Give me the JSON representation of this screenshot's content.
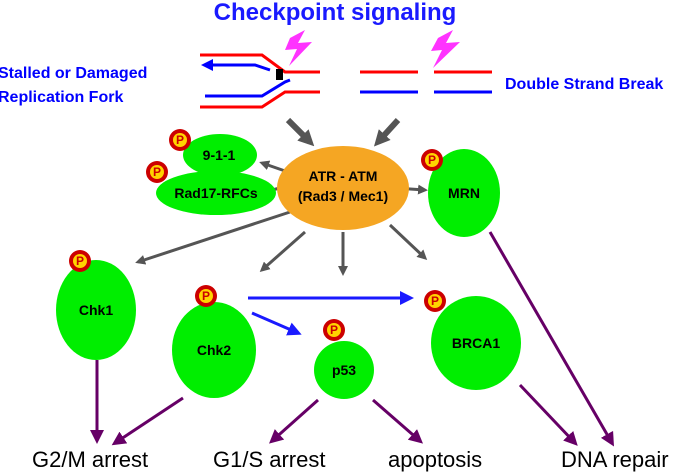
{
  "title": "Checkpoint signaling",
  "damage": {
    "fork_label_line1": "Stalled or Damaged",
    "fork_label_line2": "Replication Fork",
    "dsb_label": "Double Strand Break"
  },
  "phospho_label": "P",
  "nodes": {
    "n911": "9-1-1",
    "rad17": "Rad17-RFCs",
    "atr_line1": "ATR - ATM",
    "atr_line2": "(Rad3 / Mec1)",
    "mrn": "MRN",
    "chk1": "Chk1",
    "chk2": "Chk2",
    "p53": "p53",
    "brca1": "BRCA1"
  },
  "outcomes": {
    "g2m": "G2/M arrest",
    "g1s": "G1/S arrest",
    "apoptosis": "apoptosis",
    "dna_repair": "DNA repair"
  },
  "colors": {
    "title_blue": "#1a1aff",
    "strand_red": "#ff0000",
    "strand_blue": "#0000ff",
    "node_green": "#00ee00",
    "atr_orange": "#f5a623",
    "arrow_gray": "#555555",
    "arrow_purple": "#660066",
    "arrow_blue": "#1a1aff",
    "phospho_red": "#cc0000",
    "phospho_yellow": "#ffd400",
    "lightning": "#ff33ff"
  }
}
